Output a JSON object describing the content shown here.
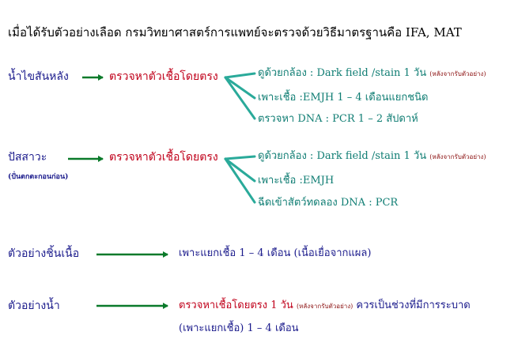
{
  "title": "เมื่อได้รับตัวอย่างเลือด กรมวิทยาศาสตร์การแพทย์จะตรวจด้วยวิธีมาตรฐานคือ IFA, MAT",
  "sections": {
    "csf": {
      "label": "น้ำไขสันหลัง",
      "method": "ตรวจหาตัวเชื้อโดยตรง",
      "items": [
        {
          "text": "ดูด้วยกล้อง : Dark field /stain 1 วัน",
          "note": "(หลังจากรับตัวอย่าง)"
        },
        {
          "text": "เพาะเชื้อ :EMJH 1 – 4 เดือนแยกชนิด",
          "note": ""
        },
        {
          "text": "ตรวจหา DNA : PCR 1 – 2 สัปดาห์",
          "note": ""
        }
      ]
    },
    "urine": {
      "label": "ปัสสาวะ",
      "sublabel": "(ปั่นตกตะกอนก่อน)",
      "method": "ตรวจหาตัวเชื้อโดยตรง",
      "items": [
        {
          "text": "ดูด้วยกล้อง : Dark field /stain 1 วัน",
          "note": "(หลังจากรับตัวอย่าง)"
        },
        {
          "text": "เพาะเชื้อ :EMJH",
          "note": ""
        },
        {
          "text": "ฉีดเข้าสัตว์ทดลอง DNA : PCR",
          "note": ""
        }
      ]
    },
    "tissue": {
      "label": "ตัวอย่างชิ้นเนื้อ",
      "result": "เพาะแยกเชื้อ 1 – 4 เดือน (เนื้อเยื่อจากแผล)"
    },
    "water": {
      "label": "ตัวอย่างน้ำ",
      "result_main": "ตรวจหาเชื้อโดยตรง 1 วัน",
      "result_note": "(หลังจากรับตัวอย่าง)",
      "result_tail": "ควรเป็นช่วงที่มีการระบาด",
      "result_line2": "(เพาะแยกเชื้อ) 1 – 4 เดือน"
    }
  },
  "colors": {
    "arrow": "#0a7a2a",
    "branch": "#2aaa9a",
    "sample": "#1b1b8c",
    "method": "#c0001a",
    "item": "#0f7d73"
  }
}
